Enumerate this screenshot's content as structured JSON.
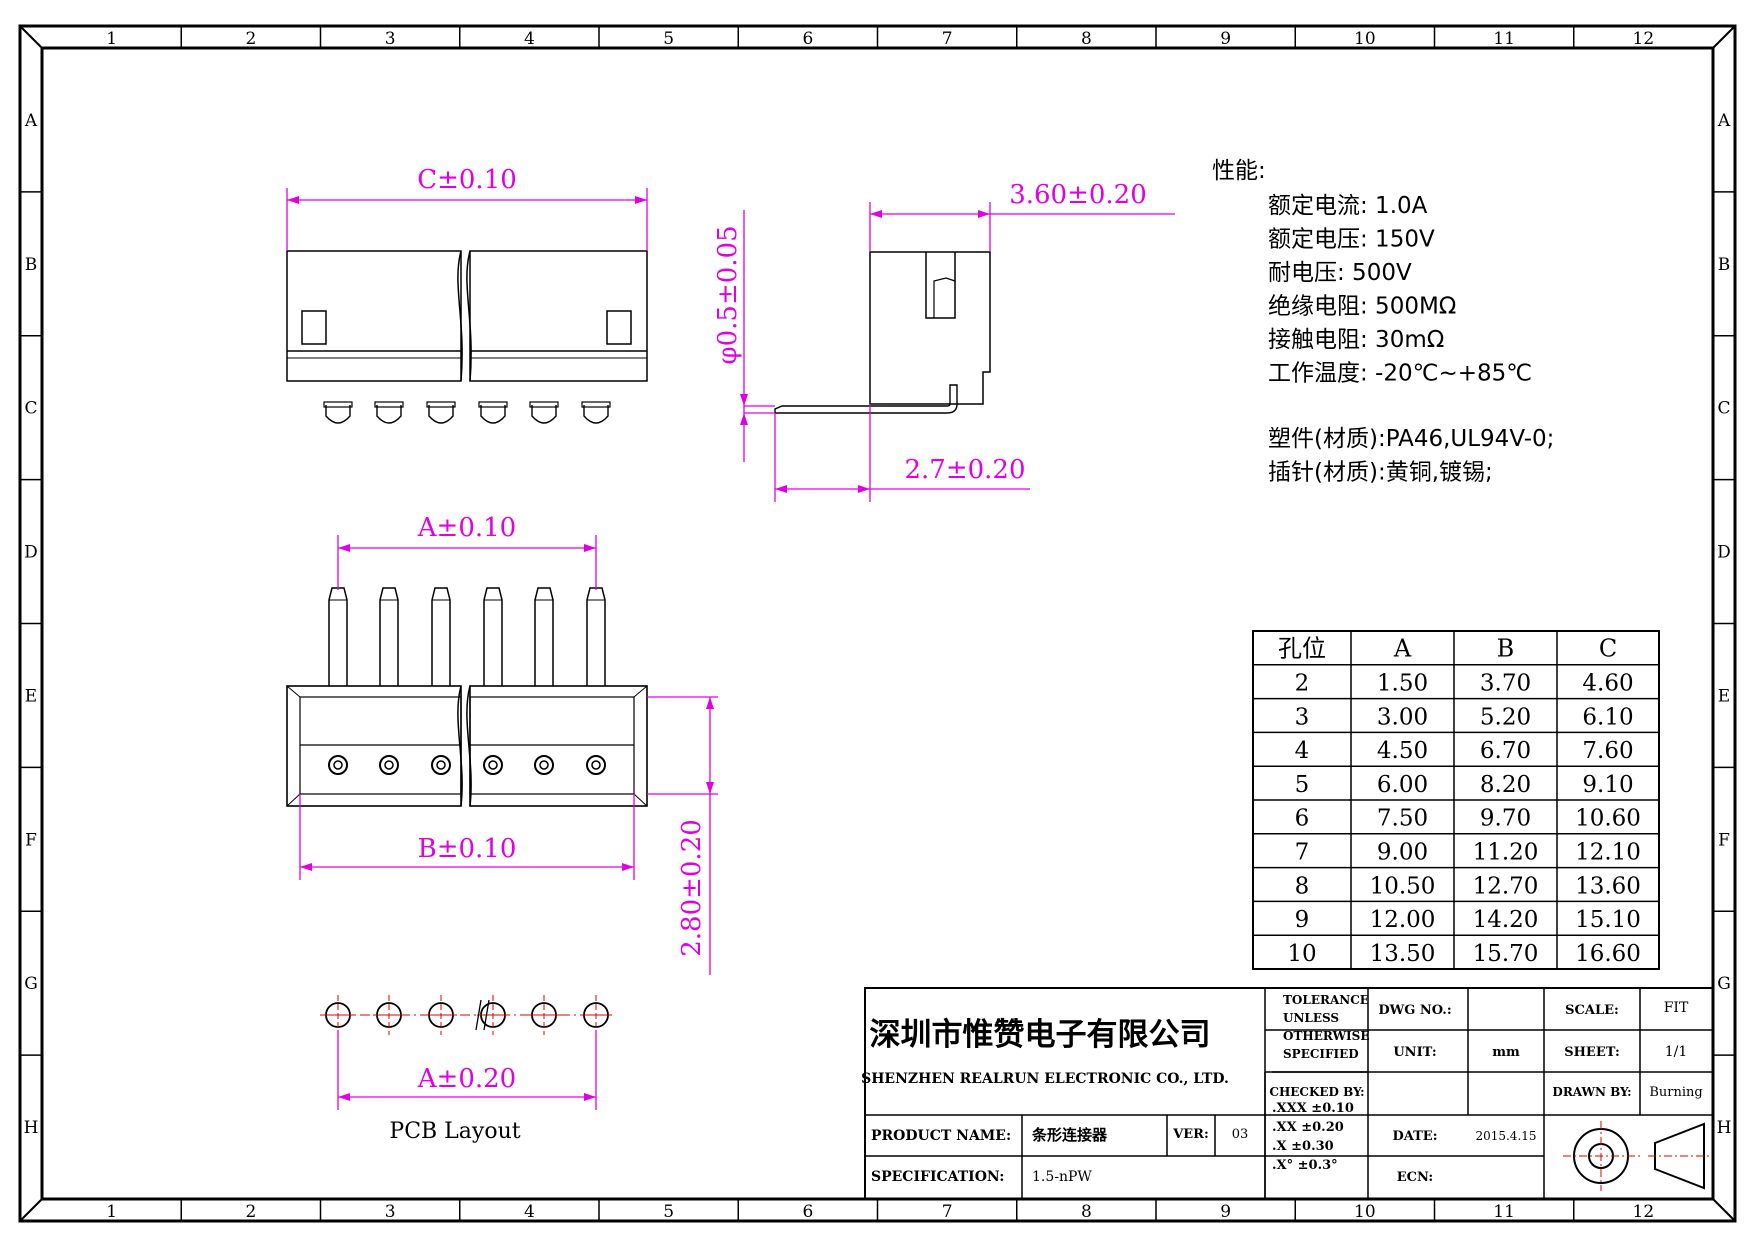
{
  "frame": {
    "columns": [
      "1",
      "2",
      "3",
      "4",
      "5",
      "6",
      "7",
      "8",
      "9",
      "10",
      "11",
      "12"
    ],
    "rows": [
      "A",
      "B",
      "C",
      "D",
      "E",
      "F",
      "G",
      "H"
    ]
  },
  "dims": {
    "c_top": "C±0.10",
    "width_side": "3.60±0.20",
    "pin_dia": "φ0.5±0.05",
    "pin_off": "2.7±0.20",
    "a_mid": "A±0.10",
    "b_mid": "B±0.10",
    "height": "2.80±0.20",
    "a_pcb": "A±0.20"
  },
  "pcb_label": "PCB Layout",
  "specs": {
    "heading": "性能:",
    "lines": [
      "额定电流: 1.0A",
      "额定电压: 150V",
      "耐电压: 500V",
      "绝缘电阻: 500MΩ",
      "接触电阻: 30mΩ",
      "工作温度: -20℃~+85℃"
    ],
    "material_lines": [
      "塑件(材质):PA46,UL94V-0;",
      "插针(材质):黄铜,镀锡;"
    ]
  },
  "table": {
    "headers": [
      "孔位",
      "A",
      "B",
      "C"
    ],
    "rows": [
      [
        "2",
        "1.50",
        "3.70",
        "4.60"
      ],
      [
        "3",
        "3.00",
        "5.20",
        "6.10"
      ],
      [
        "4",
        "4.50",
        "6.70",
        "7.60"
      ],
      [
        "5",
        "6.00",
        "8.20",
        "9.10"
      ],
      [
        "6",
        "7.50",
        "9.70",
        "10.60"
      ],
      [
        "7",
        "9.00",
        "11.20",
        "12.10"
      ],
      [
        "8",
        "10.50",
        "12.70",
        "13.60"
      ],
      [
        "9",
        "12.00",
        "14.20",
        "15.10"
      ],
      [
        "10",
        "13.50",
        "15.70",
        "16.60"
      ]
    ]
  },
  "title_block": {
    "company_cn": "深圳市惟赞电子有限公司",
    "company_en": "SHENZHEN REALRUN ELECTRONIC CO., LTD.",
    "tolerance_lines": [
      "TOLERANCE",
      "UNLESS",
      "OTHERWISE",
      "SPECIFIED"
    ],
    "tol_values": [
      ".XXX ±0.10",
      ".XX  ±0.20",
      ".X   ±0.30",
      ".X°  ±0.3°"
    ],
    "dwg_no_label": "DWG NO.:",
    "dwg_no_value": "",
    "scale_label": "SCALE:",
    "scale_value": "FIT",
    "unit_label": "UNIT:",
    "unit_value": "mm",
    "sheet_label": "SHEET:",
    "sheet_value": "1/1",
    "checked_label": "CHECKED BY:",
    "checked_value": "",
    "drawn_label": "DRAWN BY:",
    "drawn_value": "Burning",
    "date_label": "DATE:",
    "date_value": "2015.4.15",
    "ecn_label": "ECN:",
    "ecn_value": "",
    "product_label": "PRODUCT NAME:",
    "product_value": "条形连接器",
    "ver_label": "VER:",
    "ver_value": "03",
    "spec_label": "SPECIFICATION:",
    "spec_value": "1.5-nPW"
  },
  "colors": {
    "dimension": "#e000e0",
    "centerline": "#e00000",
    "line": "#000000"
  }
}
